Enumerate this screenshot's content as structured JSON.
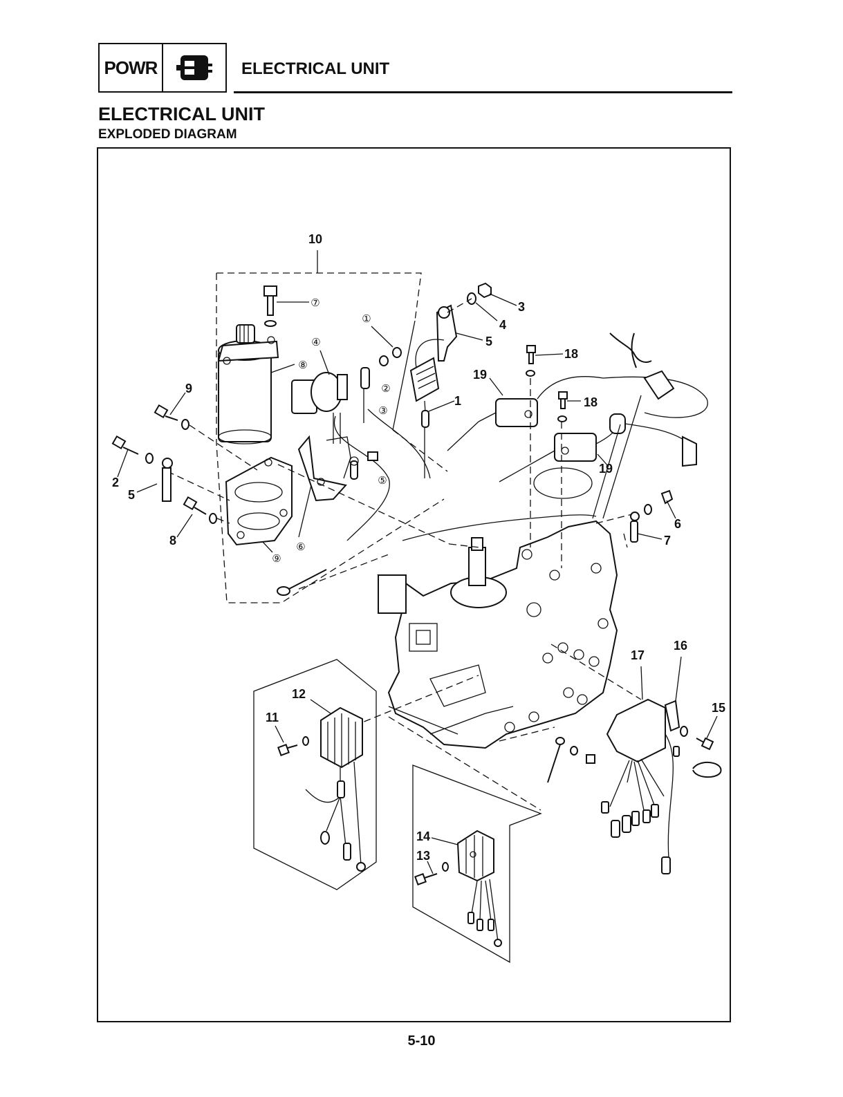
{
  "header": {
    "section_code": "POWR",
    "section_icon": "electrical-plug-icon",
    "title": "ELECTRICAL UNIT"
  },
  "page": {
    "title": "ELECTRICAL UNIT",
    "subtitle": "EXPLODED DIAGRAM",
    "page_number": "5-10"
  },
  "diagram": {
    "part_labels": [
      "1",
      "2",
      "3",
      "4",
      "5",
      "5",
      "6",
      "7",
      "8",
      "9",
      "10",
      "11",
      "12",
      "13",
      "14",
      "15",
      "16",
      "17",
      "18",
      "18",
      "19",
      "19"
    ],
    "circled_labels": [
      "①",
      "②",
      "③",
      "④",
      "⑤",
      "⑥",
      "⑦",
      "⑧",
      "⑨"
    ]
  }
}
